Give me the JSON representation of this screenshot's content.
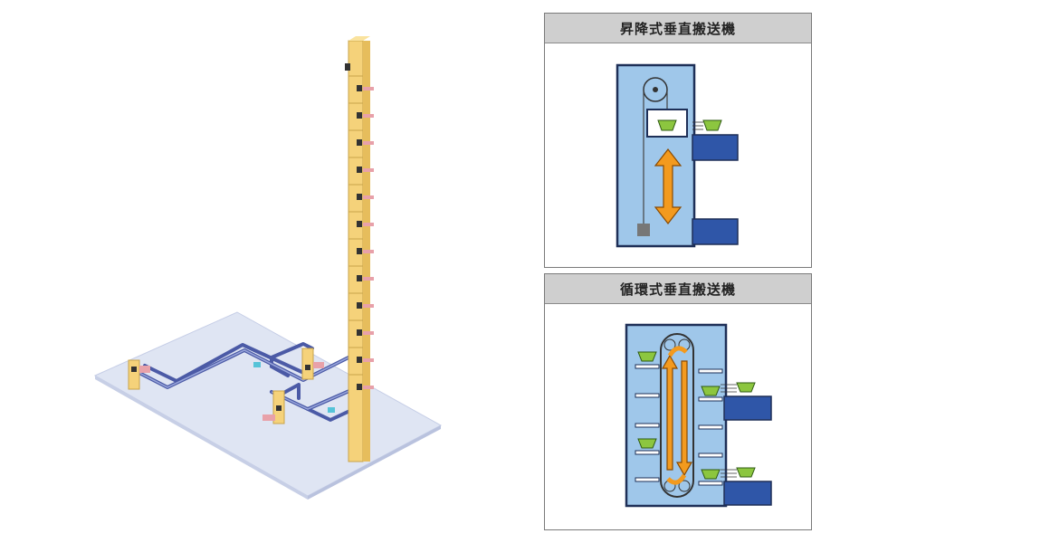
{
  "panels": [
    {
      "id": "lift",
      "title": "昇降式垂直搬送機"
    },
    {
      "id": "loop",
      "title": "循環式垂直搬送機"
    }
  ],
  "colors": {
    "floor": "#dfe5f3",
    "tower": "#f5d27a",
    "track": "#4b5aa6",
    "shaft": "#9fc7ea",
    "landing": "#2f56a8",
    "arrow": "#f39a1e",
    "tray": "#8cc63f"
  },
  "icons": [
    "tray-icon",
    "double-arrow-icon",
    "loop-arrow-icon"
  ]
}
